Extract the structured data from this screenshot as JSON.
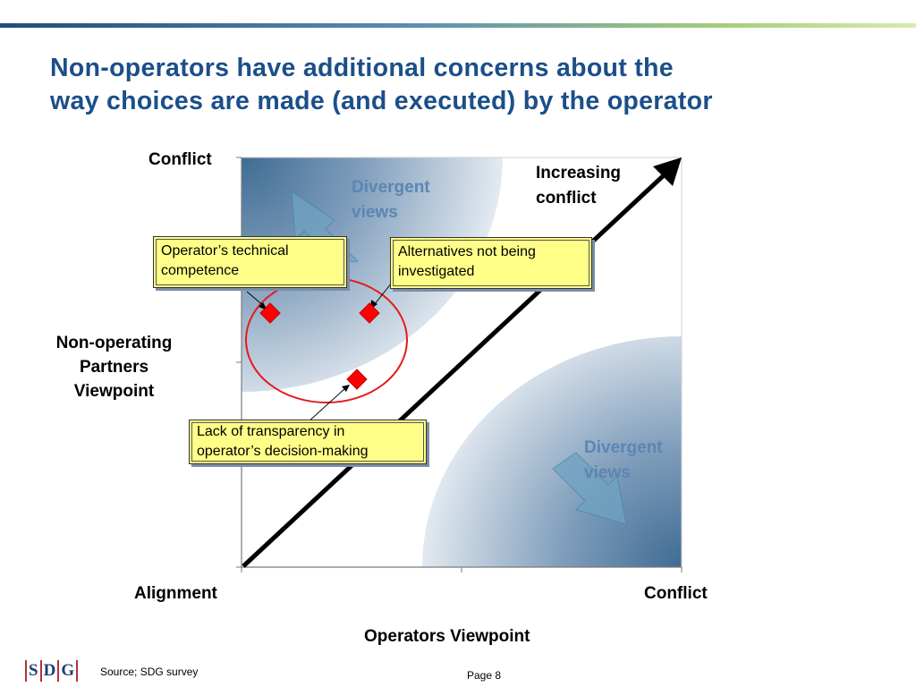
{
  "title": {
    "line1": "Non-operators have additional concerns about the",
    "line2": "way choices are made (and executed) by the operator"
  },
  "axes": {
    "y_top": "Conflict",
    "y_title": [
      "Non-operating",
      "Partners",
      "Viewpoint"
    ],
    "x_left": "Alignment",
    "x_right": "Conflict",
    "x_title": "Operators Viewpoint"
  },
  "diagonal_label": [
    "Increasing",
    "conflict"
  ],
  "zones": {
    "upper_left": [
      "Divergent",
      "views"
    ],
    "lower_right": [
      "Divergent",
      "views"
    ]
  },
  "callouts": {
    "technical": [
      "Operator’s technical",
      "competence"
    ],
    "alternatives": [
      "Alternatives not being",
      "investigated"
    ],
    "transparency": [
      "Lack of transparency in",
      "operator’s decision-making"
    ]
  },
  "footer": {
    "logo_letters": [
      "S",
      "D",
      "G"
    ],
    "source": "Source; SDG survey",
    "page": "Page 8"
  },
  "colors": {
    "title": "#1b4f8a",
    "divergent_text": "#5b86b3",
    "zone_dark": "#3f6c94",
    "callout_fill": "#ffff88",
    "marker": "#ff0000",
    "ellipse": "#e31b1b"
  }
}
